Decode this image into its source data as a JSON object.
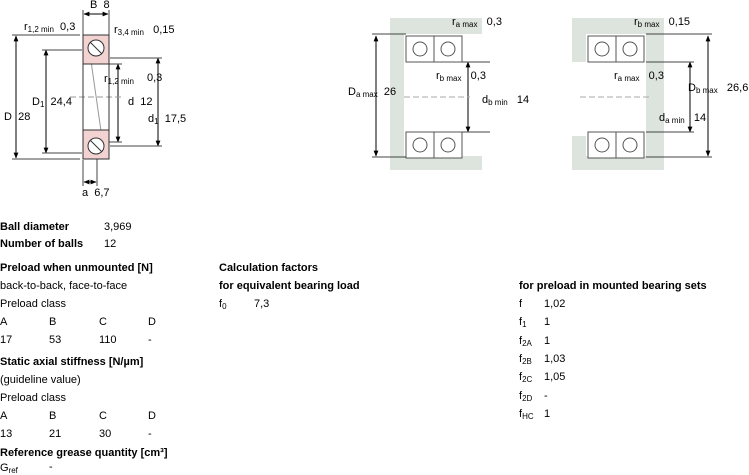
{
  "diagram": {
    "left": {
      "B_label": "B",
      "B_value": "8",
      "r12_top": "0,3",
      "r34": "0,15",
      "r12_mid": "0,3",
      "D_label": "D",
      "D_value": "28",
      "D1_label": "D",
      "D1_value": "24,4",
      "d_label": "d",
      "d_value": "12",
      "d1_label": "d",
      "d1_value": "17,5",
      "a_label": "a",
      "a_value": "6,7"
    },
    "middle": {
      "ra_value": "0,3",
      "rb_value": "0,3",
      "Da_value": "26",
      "db_value": "14"
    },
    "right": {
      "rb_value": "0,15",
      "ra_value": "0,3",
      "Db_value": "26,6",
      "da_value": "14"
    },
    "subs": {
      "r12": "1,2 min",
      "r34": "3,4 min",
      "D1": "1",
      "d1": "1",
      "ra": "a max",
      "rb": "b max",
      "Da": "a max",
      "db": "b min",
      "Db": "b max",
      "da": "a min"
    },
    "r": "r"
  },
  "ball": {
    "diameter_label": "Ball diameter",
    "diameter_value": "3,969",
    "number_label": "Number of balls",
    "number_value": "12"
  },
  "preload": {
    "heading": "Preload when unmounted [N]",
    "arrangement": "back-to-back, face-to-face",
    "class_label": "Preload class",
    "classes": [
      "A",
      "B",
      "C",
      "D"
    ],
    "values": [
      "17",
      "53",
      "110",
      "-"
    ]
  },
  "stiffness": {
    "heading": "Static axial stiffness [N/µm]",
    "note": "(guideline value)",
    "class_label": "Preload class",
    "classes": [
      "A",
      "B",
      "C",
      "D"
    ],
    "values": [
      "13",
      "21",
      "30",
      "-"
    ]
  },
  "grease": {
    "heading": "Reference grease quantity [cm³]",
    "label_main": "G",
    "label_sub": "ref",
    "value": "-"
  },
  "calc": {
    "heading": "Calculation factors",
    "sub_heading": "for equivalent bearing load",
    "f0_main": "f",
    "f0_sub": "0",
    "f0_value": "7,3"
  },
  "mounted": {
    "heading": "for preload in mounted bearing sets",
    "f_main": "f",
    "factors": [
      {
        "sub": "",
        "value": "1,02"
      },
      {
        "sub": "1",
        "value": "1"
      },
      {
        "sub": "2A",
        "value": "1"
      },
      {
        "sub": "2B",
        "value": "1,03"
      },
      {
        "sub": "2C",
        "value": "1,05"
      },
      {
        "sub": "2D",
        "value": "-"
      },
      {
        "sub": "HC",
        "value": "1"
      }
    ]
  }
}
